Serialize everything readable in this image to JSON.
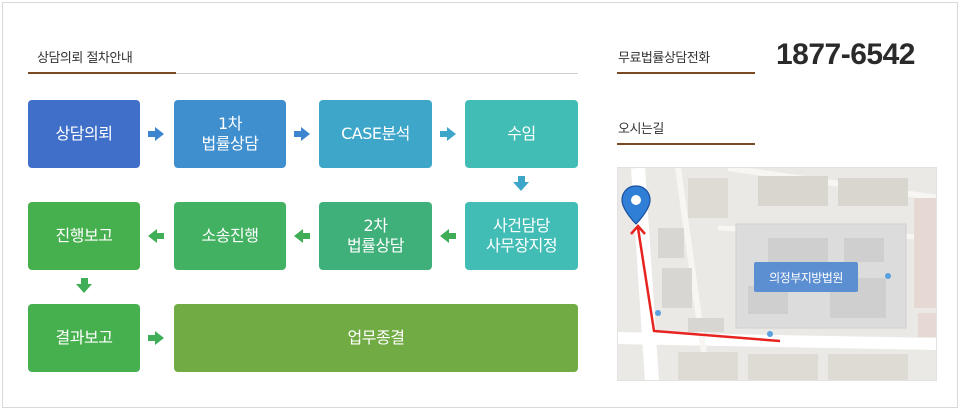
{
  "procedure": {
    "title": "상담의뢰 절차안내",
    "steps": {
      "consult_request": "상담의뢰",
      "first_consult_line1": "1차",
      "first_consult_line2": "법률상담",
      "case_analysis": "CASE분석",
      "acceptance": "수임",
      "assignment_line1": "사건담당",
      "assignment_line2": "사무장지정",
      "second_consult_line1": "2차",
      "second_consult_line2": "법률상담",
      "litigation": "소송진행",
      "progress_report": "진행보고",
      "result_report": "결과보고",
      "work_complete": "업무종결"
    }
  },
  "phone": {
    "title": "무료법률상담전화",
    "number": "1877-6542"
  },
  "directions": {
    "title": "오시는길",
    "court_label": "의정부지방법원"
  },
  "colors": {
    "accent_underline": "#7a4a22",
    "arrow_blue": "#3d86cf",
    "arrow_teal": "#3ea7c9",
    "arrow_green": "#3fae57",
    "route_red": "#e8231f",
    "marker_blue": "#2f7fd6"
  }
}
